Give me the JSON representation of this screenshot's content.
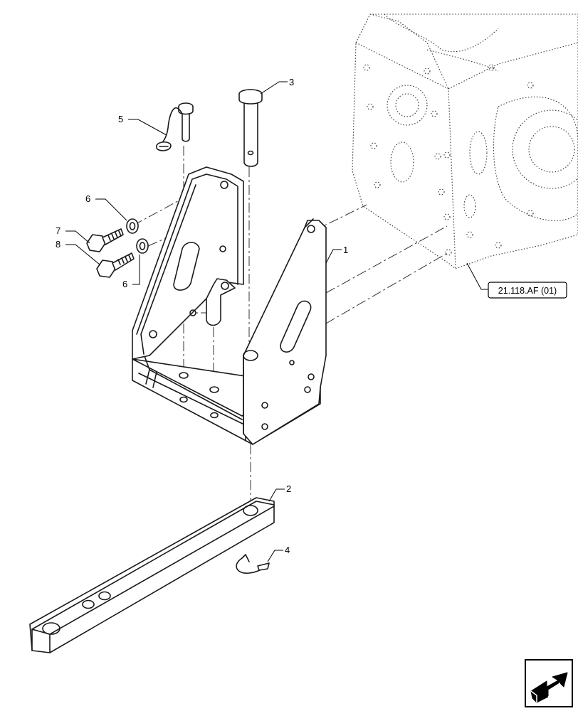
{
  "callouts": {
    "p1": "1",
    "p2": "2",
    "p3": "3",
    "p4": "4",
    "p5": "5",
    "p6a": "6",
    "p6b": "6",
    "p7": "7",
    "p8": "8"
  },
  "reference": {
    "label": "21.118.AF (01)"
  },
  "nav": {
    "icon": "next-page-arrow-icon"
  }
}
